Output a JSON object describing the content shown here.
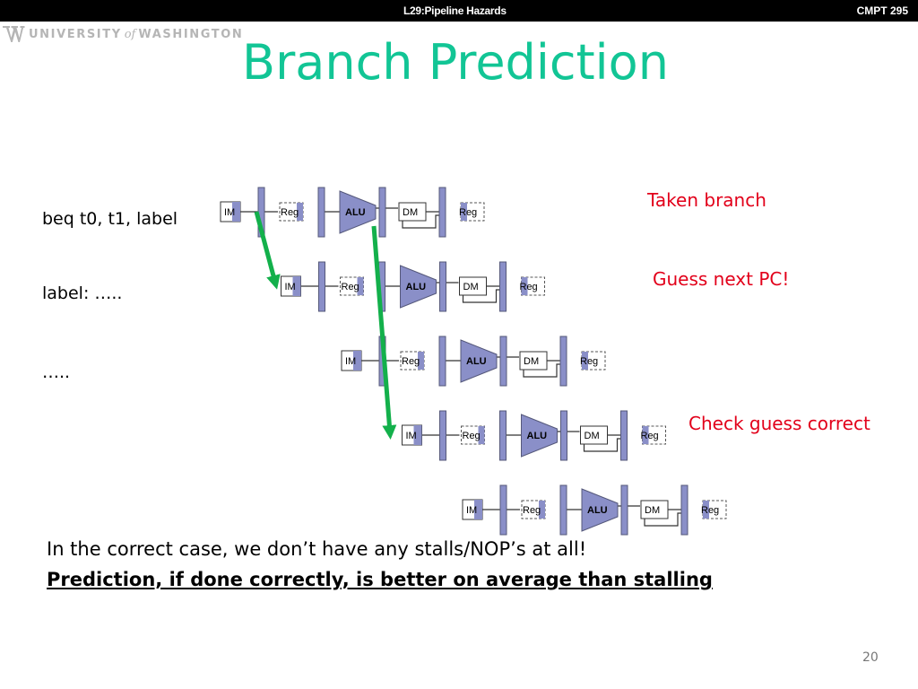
{
  "header": {
    "lecture": "L29:Pipeline Hazards",
    "course": "CMPT 295"
  },
  "logo": {
    "university": "UNIVERSITY",
    "of": "of",
    "washington": "WASHINGTON"
  },
  "title": "Branch Prediction",
  "code_lines": [
    "beq t0, t1, label",
    "label: …..",
    "….."
  ],
  "annotations": {
    "taken": "Taken branch",
    "guess": "Guess next PC!",
    "check": "Check guess correct"
  },
  "stage_labels": {
    "im": "IM",
    "reg": "Reg",
    "alu": "ALU",
    "dm": "DM"
  },
  "pipeline_rows": 5,
  "bottom": {
    "line1": "In the correct case, we don’t have any stalls/NOP’s at all!",
    "line2": "Prediction, if done correctly, is better on average than stalling"
  },
  "page_number": "20",
  "colors": {
    "title": "#12c595",
    "annotation": "#e2001a",
    "stage_fill": "#8a8fc8",
    "arrow": "#13b04b",
    "topbar": "#000000"
  }
}
